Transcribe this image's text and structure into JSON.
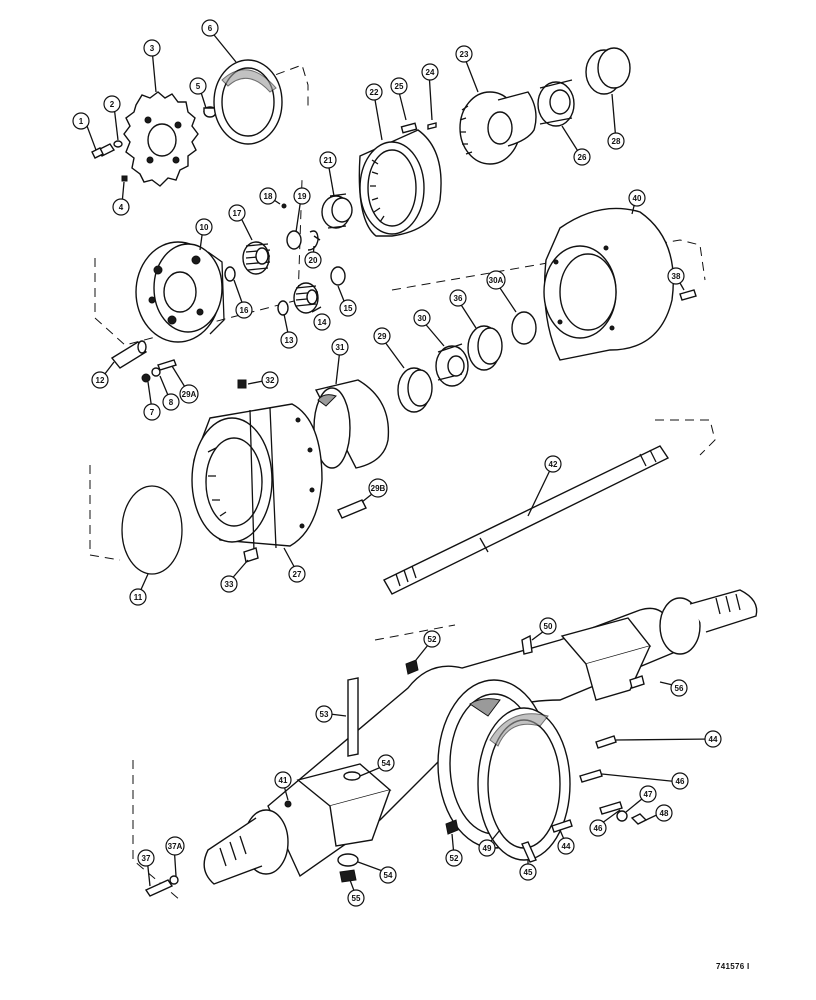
{
  "figure_number": "741576  I",
  "callouts": [
    "1",
    "2",
    "3",
    "4",
    "5",
    "6",
    "7",
    "8",
    "10",
    "11",
    "12",
    "13",
    "14",
    "15",
    "16",
    "17",
    "18",
    "19",
    "20",
    "21",
    "22",
    "23",
    "24",
    "25",
    "26",
    "27",
    "28",
    "29",
    "29A",
    "29B",
    "30",
    "30A",
    "31",
    "32",
    "33",
    "36",
    "37",
    "37A",
    "38",
    "40",
    "41",
    "42",
    "44",
    "45",
    "46",
    "47",
    "48",
    "49",
    "50",
    "52",
    "53",
    "54",
    "55",
    "56"
  ]
}
